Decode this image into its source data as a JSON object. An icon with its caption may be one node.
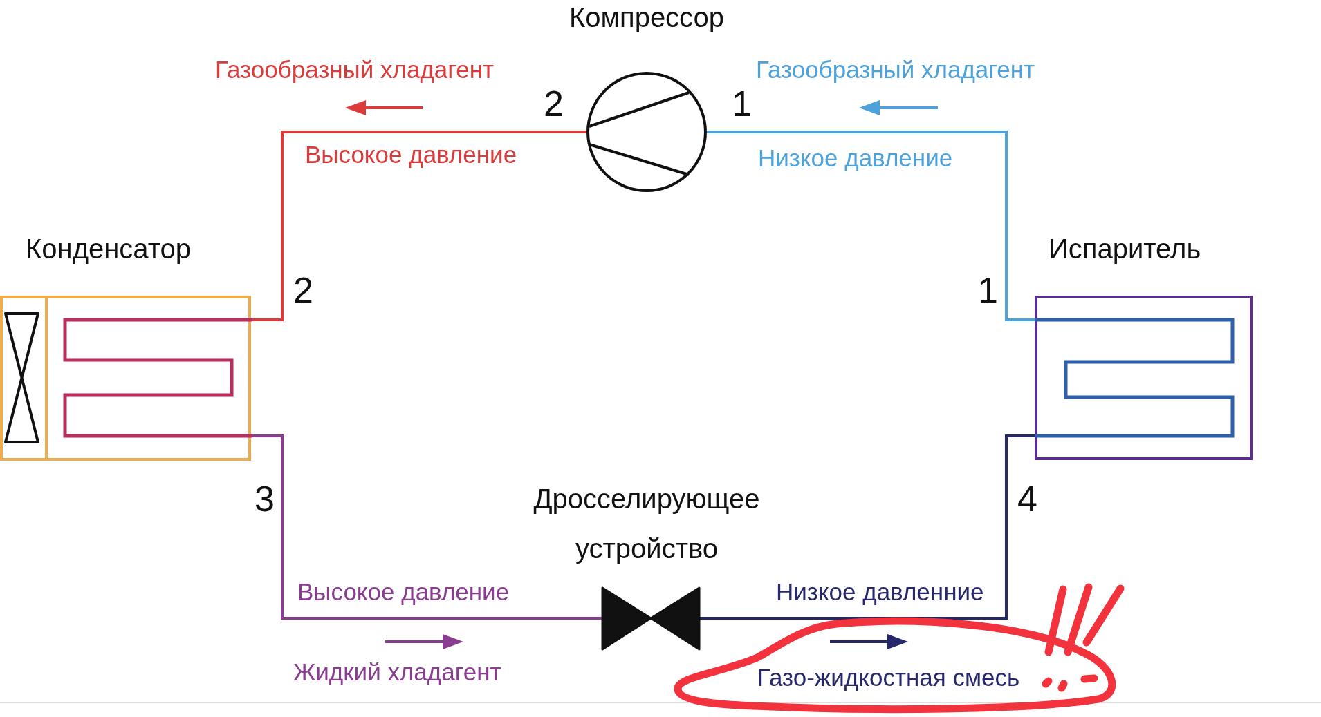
{
  "diagram": {
    "nodes": [
      {
        "text": [
          "Компрессор"
        ]
      },
      {
        "text": [
          "Конденсатор"
        ]
      },
      {
        "text": [
          "Испаритель"
        ]
      },
      {
        "text": [
          "Дросселирующее устройство"
        ]
      }
    ],
    "edges": [
      {
        "from": 0,
        "to": 1,
        "arrow": "none",
        "label": "Высокое давление",
        "color": "#dc3b3b"
      },
      {
        "from": 1,
        "to": 3,
        "arrow": "none",
        "label": "Высокое давление",
        "color": "#8a3c91"
      },
      {
        "from": 3,
        "to": 2,
        "arrow": "none",
        "label": "Низкое давленние",
        "color": "#26286b"
      },
      {
        "from": 2,
        "to": 0,
        "arrow": "none",
        "label": "Низкое давление",
        "color": "#4da2dc"
      }
    ],
    "labels": [
      "Газообразный хладагент",
      "Газообразный хладагент",
      "2",
      "1",
      "2",
      "1",
      "3",
      "4",
      "Жидкий хладагент",
      "Газо-жидкостная смесь"
    ]
  }
}
